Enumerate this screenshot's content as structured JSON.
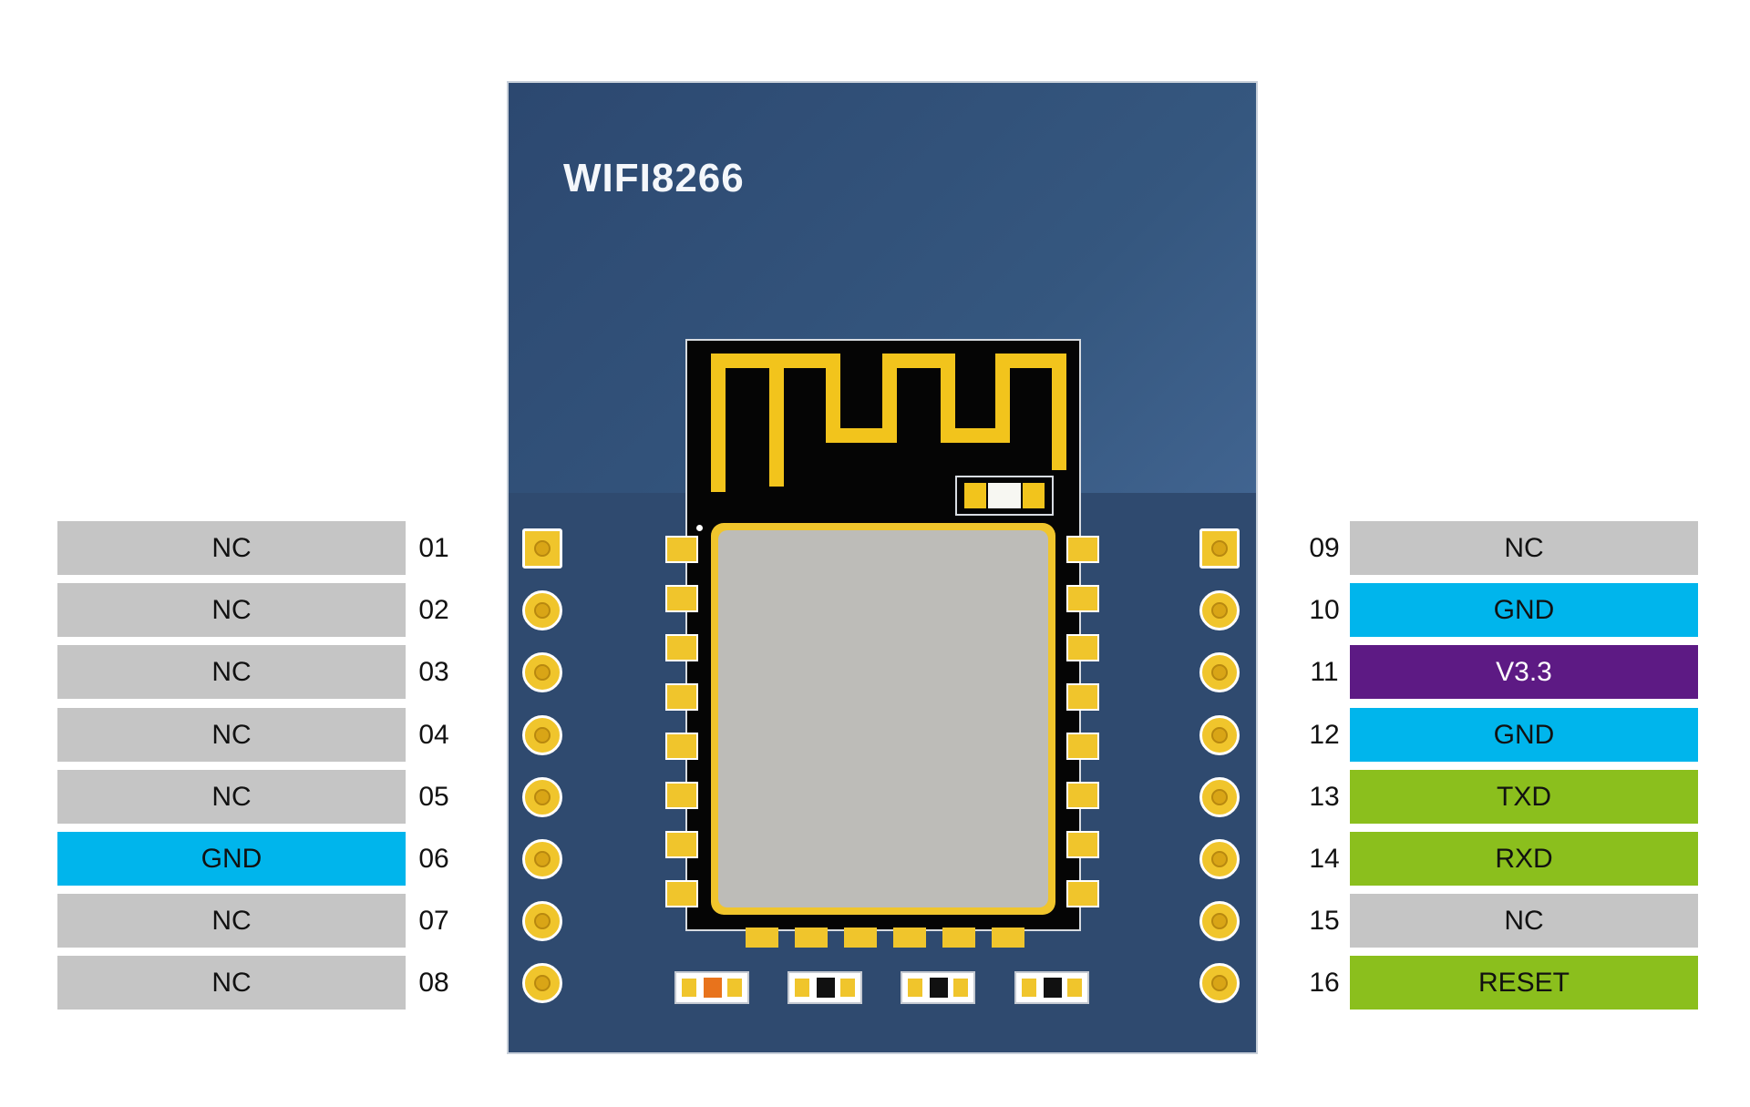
{
  "board": {
    "title": "WIFI8266"
  },
  "colors": {
    "NC": "#c5c5c5",
    "GND": "#00b5ec",
    "V3.3": "#5d1a84",
    "TXD": "#8bbf1d",
    "RXD": "#8bbf1d",
    "RESET": "#8bbf1d"
  },
  "pins": {
    "left": [
      {
        "num": "01",
        "label": "NC"
      },
      {
        "num": "02",
        "label": "NC"
      },
      {
        "num": "03",
        "label": "NC"
      },
      {
        "num": "04",
        "label": "NC"
      },
      {
        "num": "05",
        "label": "NC"
      },
      {
        "num": "06",
        "label": "GND"
      },
      {
        "num": "07",
        "label": "NC"
      },
      {
        "num": "08",
        "label": "NC"
      }
    ],
    "right": [
      {
        "num": "09",
        "label": "NC"
      },
      {
        "num": "10",
        "label": "GND"
      },
      {
        "num": "11",
        "label": "V3.3"
      },
      {
        "num": "12",
        "label": "GND"
      },
      {
        "num": "13",
        "label": "TXD"
      },
      {
        "num": "14",
        "label": "RXD"
      },
      {
        "num": "15",
        "label": "NC"
      },
      {
        "num": "16",
        "label": "RESET"
      }
    ]
  }
}
